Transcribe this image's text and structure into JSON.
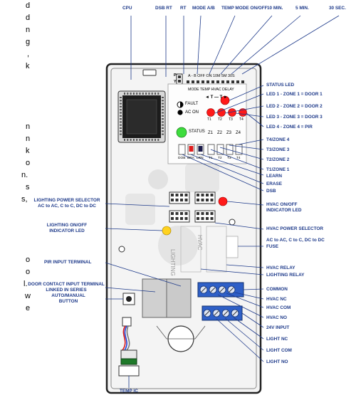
{
  "left_fragments": [
    "d",
    "d",
    "n",
    "g",
    ",",
    "k",
    "n",
    "n",
    "k",
    "o",
    "n.",
    "s",
    "s,",
    "o",
    "o",
    "l.",
    "w",
    "e"
  ],
  "top_labels": {
    "cpu": "CPU",
    "dsb_rt": "DSB RT",
    "rt": "RT",
    "mode_ab": "MODE A/B",
    "temp_mode": "TEMP MODE ON/OFF",
    "t10": "10 MIN.",
    "t5": "5 MIN.",
    "t30": "30 SEC."
  },
  "board_text": {
    "jumper_row": "A - B  OFF ON 10M  5M  30S",
    "p": "P",
    "y": "Y",
    "mode_row": "MODE TEMP HVAC DELAY",
    "t_arrows": "◄ T  —  T ►",
    "fault": "FAULT",
    "ac_on": "AC ON",
    "status": "STATUS",
    "t_led_labels": [
      "T1",
      "T2",
      "T3",
      "T4"
    ],
    "z_labels": [
      "Z1",
      "Z2",
      "Z3",
      "Z4"
    ],
    "switch_labels": [
      "DOB",
      "BRA",
      "LRN"
    ],
    "t_switch_labels": [
      "T1",
      "T2",
      "T3",
      "T4"
    ],
    "lighting": "LIGHTING",
    "hvac": "HVAC"
  },
  "right_labels": {
    "status_led": "STATUS LED",
    "led1": "LED 1 - ZONE 1 = DOOR 1",
    "led2": "LED 2 - ZONE 2 = DOOR 2",
    "led3": "LED 3 - ZONE 3 = DOOR 3",
    "led4": "LED 4 - ZONE 4 = PIR",
    "t4": "T4/ZONE 4",
    "t3": "T3/ZONE 3",
    "t2": "T2/ZONE 2",
    "t1": "T1/ZONE 1",
    "learn": "LEARN",
    "erase": "ERASE",
    "dsb": "DSB",
    "hvac_led_1": "HVAC ON/OFF",
    "hvac_led_2": "INDICATOR LED",
    "hvac_power_1": "HVAC POWER SELECTOR",
    "hvac_power_2": "AC to AC, C to C, DC to DC",
    "fuse": "FUSE",
    "hvac_relay": "HVAC RELAY",
    "lighting_relay": "LIGHTING RELAY",
    "common": "COMMON",
    "hvac_nc": "HVAC NC",
    "hvac_com": "HVAC COM",
    "hvac_no": "HVAC NO",
    "input_24v": "24V INPUT",
    "light_nc": "LIGHT NC",
    "light_com": "LIGHT COM",
    "light_no": "LIGHT NO"
  },
  "left_labels": {
    "lps_1": "LIGHTING POWER SELECTOR",
    "lps_2": "AC to AC, C to C, DC to DC",
    "lled_1": "LIGHTING ON/OFF",
    "lled_2": "INDICATOR LED",
    "pir": "PIR INPUT TERMINAL",
    "door_1": "DOOR CONTACT INPUT TERMINAL",
    "door_2": "LINKED IN SERIES",
    "auto_1": "AUTO/MANUAL",
    "auto_2": "BUTTON"
  },
  "bottom_label": "TEMP IC",
  "colors": {
    "label_blue": "#1e3a8a",
    "led_red": "#ff1a1a",
    "led_green": "#3ddc3d",
    "led_yellow": "#ffd21f",
    "terminal_blue": "#2e5fc7"
  }
}
